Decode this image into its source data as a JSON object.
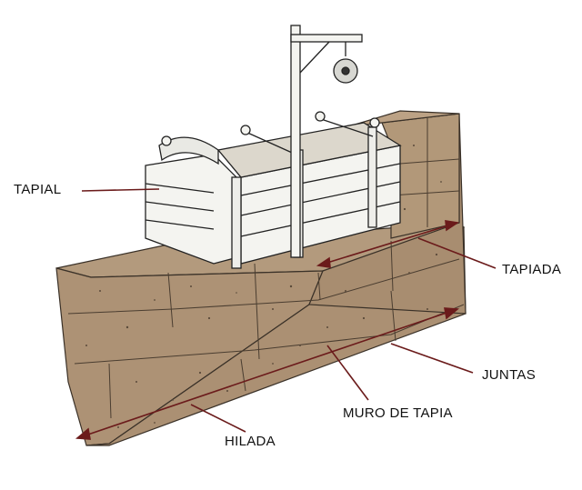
{
  "labels": {
    "tapial": "TAPIAL",
    "tapiada": "TAPIADA",
    "juntas": "JUNTAS",
    "muro": "MURO DE TAPIA",
    "hilada": "HILADA"
  },
  "colors": {
    "earth": "#b09679",
    "earth_dark": "#9c8265",
    "wood": "#f2f2ee",
    "ink": "#222222",
    "arrow": "#6b1b1b"
  }
}
